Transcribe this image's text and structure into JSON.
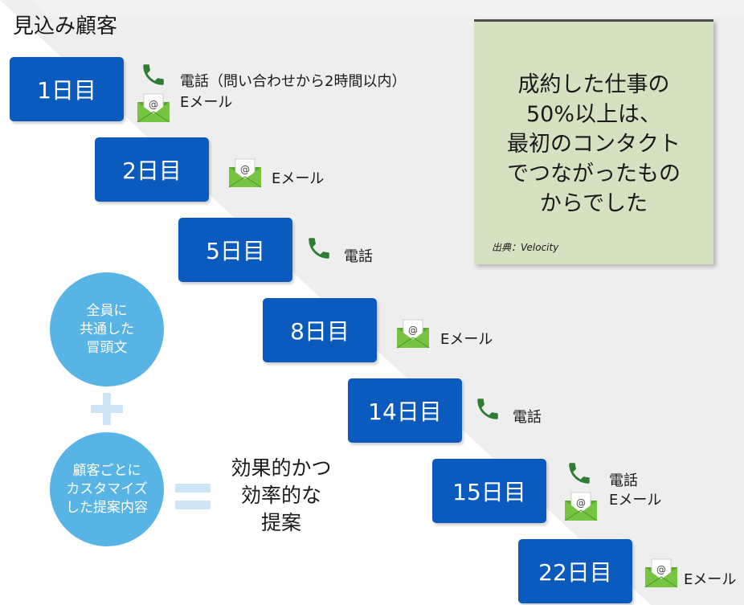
{
  "title": "見込み顧客",
  "colors": {
    "day_box": "#0a5bbd",
    "circle": "#59b4e6",
    "note_bg": "#d5e2c1",
    "phone": "#2e7d32",
    "email": "#76c442"
  },
  "steps": [
    {
      "day": "1日目",
      "icons": [
        "phone-icon",
        "email-icon"
      ],
      "lines": [
        "電話（問い合わせから2時間以内）",
        "Eメール"
      ]
    },
    {
      "day": "2日目",
      "icons": [
        "email-icon"
      ],
      "lines": [
        "Eメール"
      ]
    },
    {
      "day": "5日目",
      "icons": [
        "phone-icon"
      ],
      "lines": [
        "電話"
      ]
    },
    {
      "day": "8日目",
      "icons": [
        "email-icon"
      ],
      "lines": [
        "Eメール"
      ]
    },
    {
      "day": "14日目",
      "icons": [
        "phone-icon"
      ],
      "lines": [
        "電話"
      ]
    },
    {
      "day": "15日目",
      "icons": [
        "phone-icon",
        "email-icon"
      ],
      "lines": [
        "電話",
        "Eメール"
      ]
    },
    {
      "day": "22日目",
      "icons": [
        "email-icon"
      ],
      "lines": [
        "Eメール"
      ]
    }
  ],
  "note": {
    "lines": [
      "成約した仕事の",
      "50%以上は、",
      "最初のコンタクト",
      "でつながったもの",
      "からでした"
    ],
    "source": "出典：Velocity"
  },
  "formula": {
    "circle1": [
      "全員に",
      "共通した",
      "冒頭文"
    ],
    "circle2": [
      "顧客ごとに",
      "カスタマイズ",
      "した提案内容"
    ],
    "result": [
      "効果的かつ",
      "効率的な",
      "提案"
    ]
  }
}
